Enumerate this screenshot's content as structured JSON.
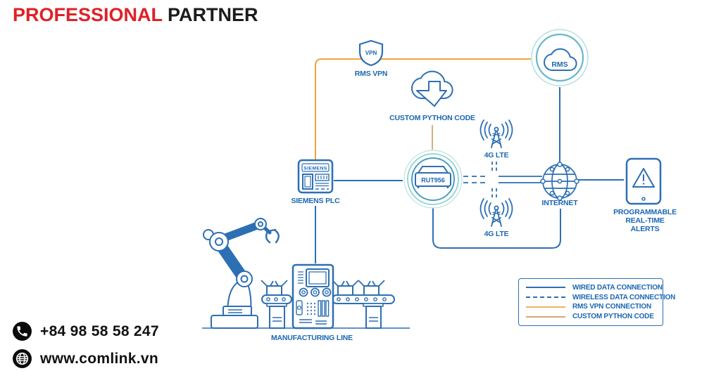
{
  "header": {
    "title_red": "PROFESSIONAL",
    "title_black": "PARTNER"
  },
  "diagram": {
    "nodes": {
      "rms": {
        "label": "RMS"
      },
      "vpn_shield": {
        "icon_label": "VPN",
        "label": "RMS VPN"
      },
      "python_cloud": {
        "label": "CUSTOM PYTHON CODE"
      },
      "siemens_plc": {
        "device_label": "SIEMENS",
        "label": "SIEMENS PLC"
      },
      "router": {
        "device_label": "RUT956"
      },
      "lte_top": {
        "label": "4G LTE"
      },
      "lte_bottom": {
        "label": "4G LTE"
      },
      "internet": {
        "label": "INTERNET"
      },
      "alerts_tablet": {
        "label_line1": "PROGRAMMABLE",
        "label_line2": "REAL-TIME",
        "label_line3": "ALERTS"
      },
      "manufacturing": {
        "label": "MANUFACTURING LINE"
      }
    },
    "legend": {
      "items": [
        {
          "style": "solid-blue",
          "label": "WIRED DATA CONNECTION"
        },
        {
          "style": "dashed-blue",
          "label": "WIRELESS DATA CONNECTION"
        },
        {
          "style": "solid-orange",
          "label": "RMS VPN CONNECTION"
        },
        {
          "style": "solid-tan",
          "label": "CUSTOM PYTHON CODE"
        }
      ]
    },
    "colors": {
      "line_blue": "#2d6fb3",
      "label_blue": "#1a67b3",
      "ring_teal": "#8fd4cf",
      "rms_vpn_orange": "#f2a43c",
      "python_tan": "#d8ae7c",
      "brand_red": "#df2127",
      "text_black": "#1c1c1c"
    }
  },
  "contact": {
    "phone": "+84 98 58 58 247",
    "website": "www.comlink.vn"
  }
}
